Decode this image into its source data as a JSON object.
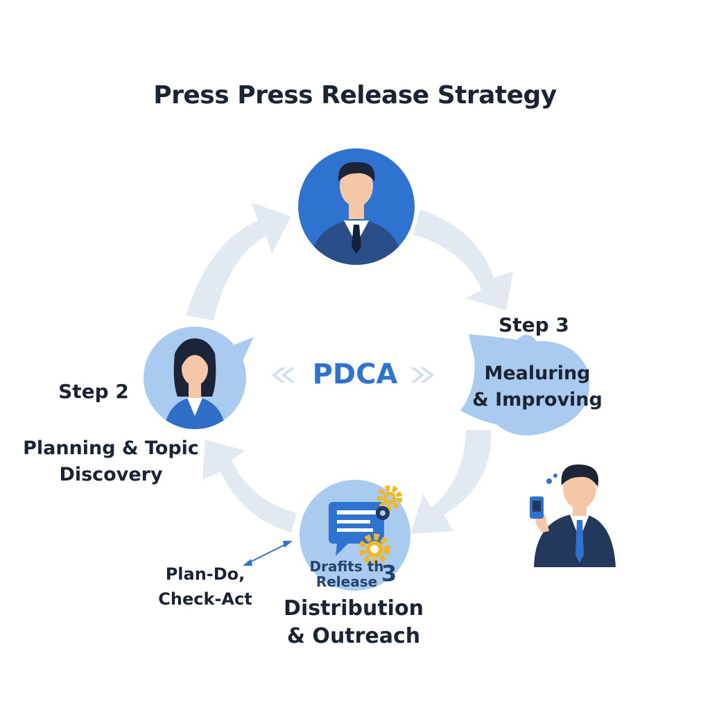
{
  "title": "Press Press Release Strategy",
  "center": {
    "label": "PDCA"
  },
  "steps": {
    "left": {
      "label": "Step 2",
      "desc_line1": "Planning & Topic",
      "desc_line2": "Discovery"
    },
    "right": {
      "label": "Step 3",
      "desc_line1": "Mealuring",
      "desc_line2": "& Improving"
    },
    "bottom": {
      "draft_line1": "Drafits th",
      "draft_line2": "Release",
      "draft_number": "3",
      "desc_line1": "Distribution",
      "desc_line2": "& Outreach"
    }
  },
  "annotation": {
    "line1": "Plan-Do,",
    "line2": "Check-Act"
  },
  "colors": {
    "primary_blue": "#2f73d1",
    "light_blue": "#a9cbef",
    "arrow_gray": "#e2e9f1",
    "navy": "#22385c",
    "gear_yellow": "#f2b823",
    "text_dark": "#1b2433"
  },
  "icons": {
    "top_node": "businessman-avatar-icon",
    "left_node": "businesswoman-avatar-icon",
    "bottom_node": "document-gears-icon",
    "side_figure": "businessman-with-phone-icon"
  }
}
